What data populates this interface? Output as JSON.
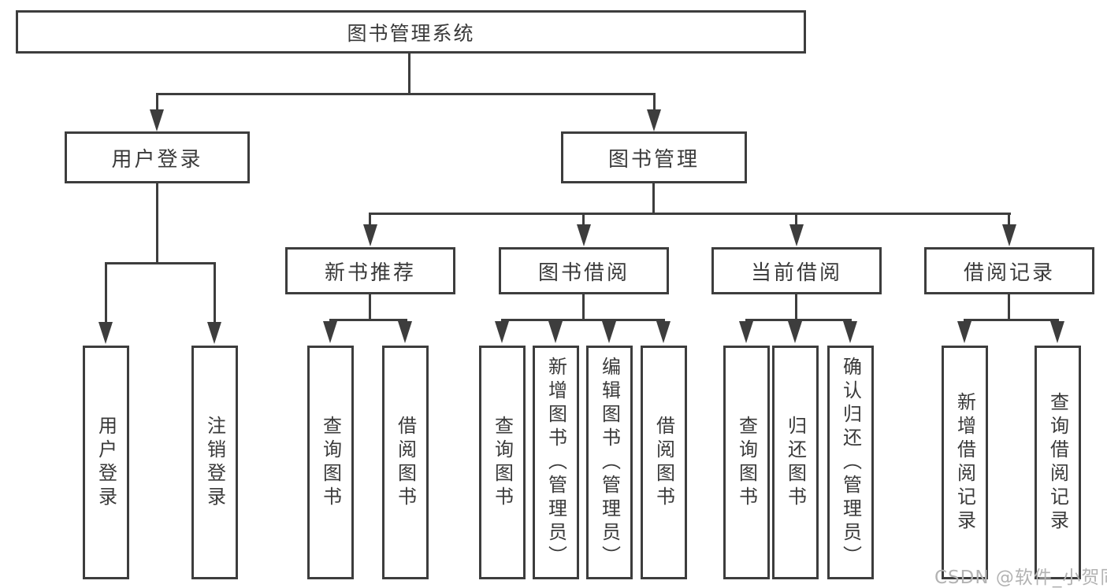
{
  "tree": {
    "label": "图书管理系统",
    "children": [
      {
        "label": "用户登录",
        "children": [
          {
            "label": "用户登录"
          },
          {
            "label": "注销登录"
          }
        ]
      },
      {
        "label": "图书管理",
        "children": [
          {
            "label": "新书推荐",
            "children": [
              {
                "label": "查询图书"
              },
              {
                "label": "借阅图书"
              }
            ]
          },
          {
            "label": "图书借阅",
            "children": [
              {
                "label": "查询图书"
              },
              {
                "label": "新增图书（管理员）"
              },
              {
                "label": "编辑图书（管理员）"
              },
              {
                "label": "借阅图书"
              }
            ]
          },
          {
            "label": "当前借阅",
            "children": [
              {
                "label": "查询图书"
              },
              {
                "label": "归还图书"
              },
              {
                "label": "确认归还（管理员）"
              }
            ]
          },
          {
            "label": "借阅记录",
            "children": [
              {
                "label": "新增借阅记录"
              },
              {
                "label": "查询借阅记录"
              }
            ]
          }
        ]
      }
    ]
  },
  "watermark": "CSDN @软件_小贺同学",
  "colors": {
    "line": "#3d3d3d",
    "text": "#3a3a3a",
    "watermark": "#b3b3b3",
    "background": "#ffffff"
  }
}
